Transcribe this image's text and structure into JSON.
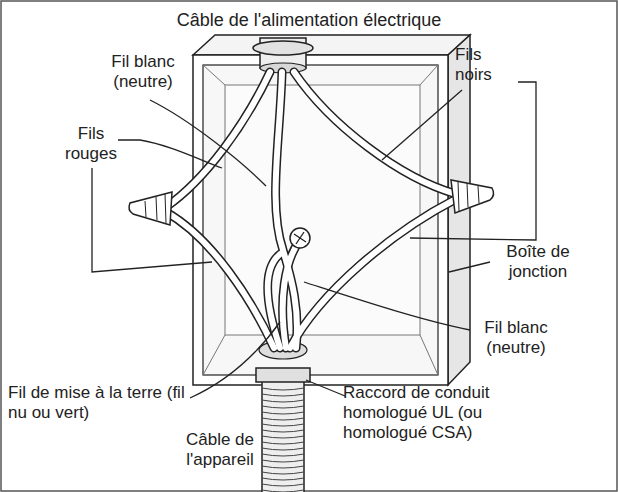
{
  "diagram": {
    "labels": [
      "Câble de l'alimentation électrique",
      "Fil blanc (neutre)",
      "Fils rouges",
      "Fils noirs",
      "Boîte de jonction",
      "Fil blanc (neutre)",
      "Fil de mise à la terre (fil nu ou vert)",
      "Raccord de conduit homologué UL (ou homologué CSA)",
      "Câble de l'appareil"
    ]
  }
}
